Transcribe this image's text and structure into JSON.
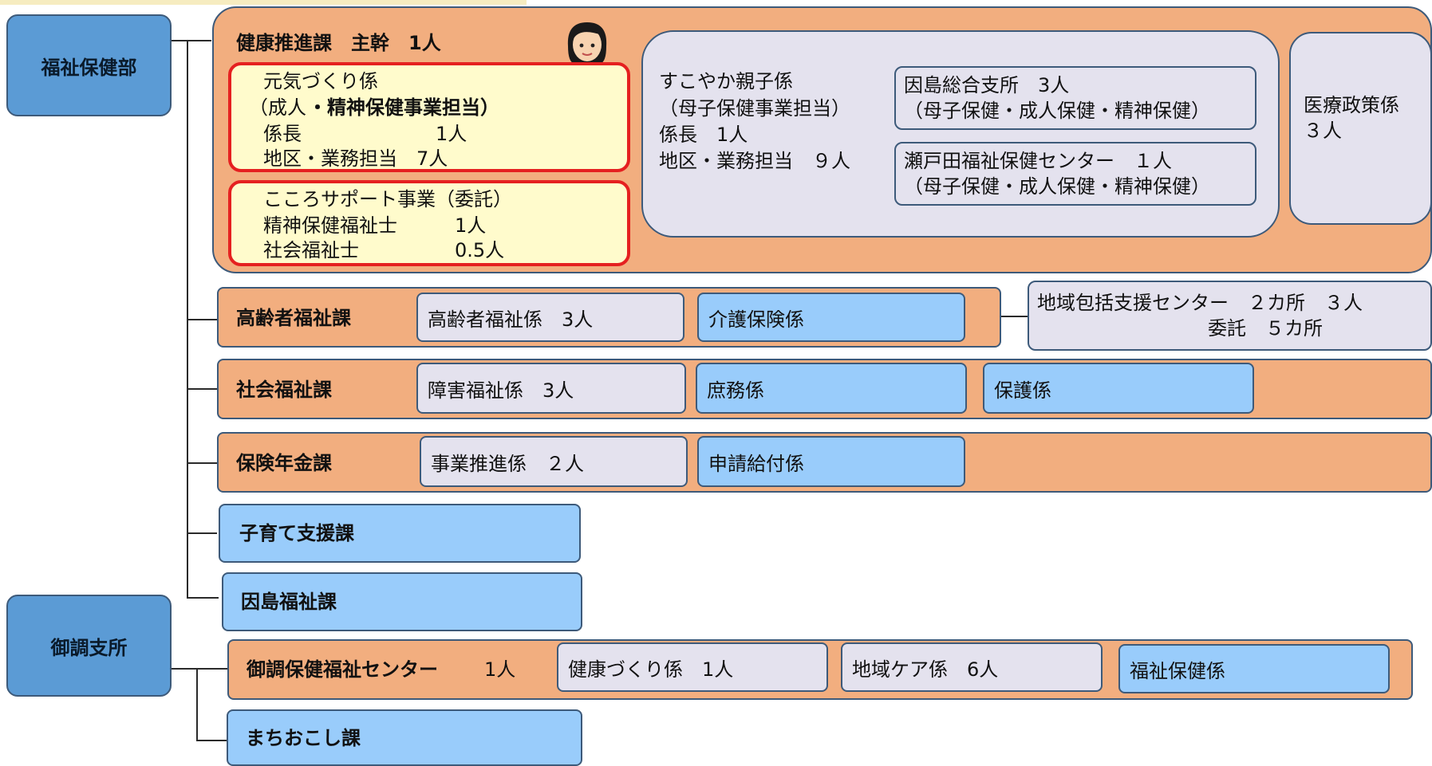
{
  "orgs": {
    "fukushi_hokenbu": "福祉保健部",
    "mitsugi_shisho": "御調支所"
  },
  "kenko": {
    "title": "健康推進課　主幹　1人",
    "genki": {
      "l1": "元気づくり係",
      "l2a": "（成人",
      "l2b": "・精神保健事業担当）",
      "l3a": "係長",
      "l3b": "1人",
      "l4": "地区・業務担当　7人"
    },
    "kokoro": {
      "l1": "こころサポート事業（委託）",
      "l2a": "精神保健福祉士",
      "l2b": "1人",
      "l3a": "社会福祉士",
      "l3b": "0.5人"
    },
    "sukoyaka": {
      "l1": "すこやか親子係",
      "l2": "（母子保健事業担当）",
      "l3": "係長　1人",
      "l4": "地区・業務担当　９人"
    },
    "innoshima_sogo": {
      "l1": "因島総合支所　3人",
      "l2": "（母子保健・成人保健・精神保健）"
    },
    "setoda": {
      "l1": "瀬戸田福祉保健センター　１人",
      "l2": "（母子保健・成人保健・精神保健）"
    },
    "iryo": {
      "l1": "医療政策係",
      "l2": "３人"
    }
  },
  "koreisha": {
    "title": "高齢者福祉課",
    "cells": [
      "高齢者福祉係　3人",
      "介護保険係"
    ],
    "houkatsu_l1": "地域包括支援センター　２カ所　３人",
    "houkatsu_l2": "委託　５カ所"
  },
  "shakai": {
    "title": "社会福祉課",
    "cells": [
      "障害福祉係　3人",
      "庶務係",
      "保護係"
    ]
  },
  "hoken_nenkin": {
    "title": "保険年金課",
    "cells": [
      "事業推進係　２人",
      "申請給付係"
    ]
  },
  "kosodate": {
    "title": "子育て支援課"
  },
  "innoshima_fukushi": {
    "title": "因島福祉課"
  },
  "mitsugi_center": {
    "title": "御調保健福祉センター",
    "count": "1人",
    "cells": [
      "健康づくり係　1人",
      "地域ケア係　6人",
      "福祉保健係"
    ]
  },
  "machiokoshi": {
    "title": "まちおこし課"
  },
  "icons": [
    "staff-person-icon"
  ]
}
